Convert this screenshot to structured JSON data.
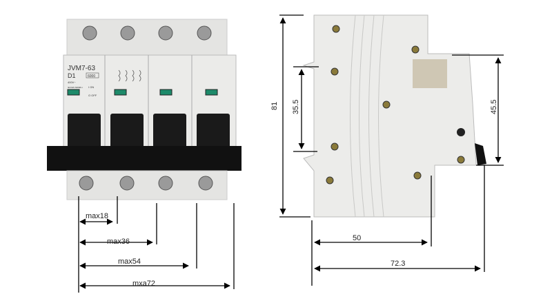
{
  "front": {
    "model": "JVM7-63",
    "curve": "D1",
    "rating": "6000",
    "voltage": "400V~",
    "on_label": "I ON",
    "off_label": "O OFF",
    "standard": "IEC/EN 60898-1"
  },
  "dimensions": {
    "pole1": "max18",
    "pole2": "max36",
    "pole3": "max54",
    "pole4": "mxa72",
    "height": "81",
    "rail": "35.5",
    "front_height": "45.5",
    "depth_body": "50",
    "depth_total": "72.3"
  },
  "colors": {
    "body": "#e8e8e6",
    "handle": "#1a1a1a",
    "indicator": "#1d8a6a"
  }
}
